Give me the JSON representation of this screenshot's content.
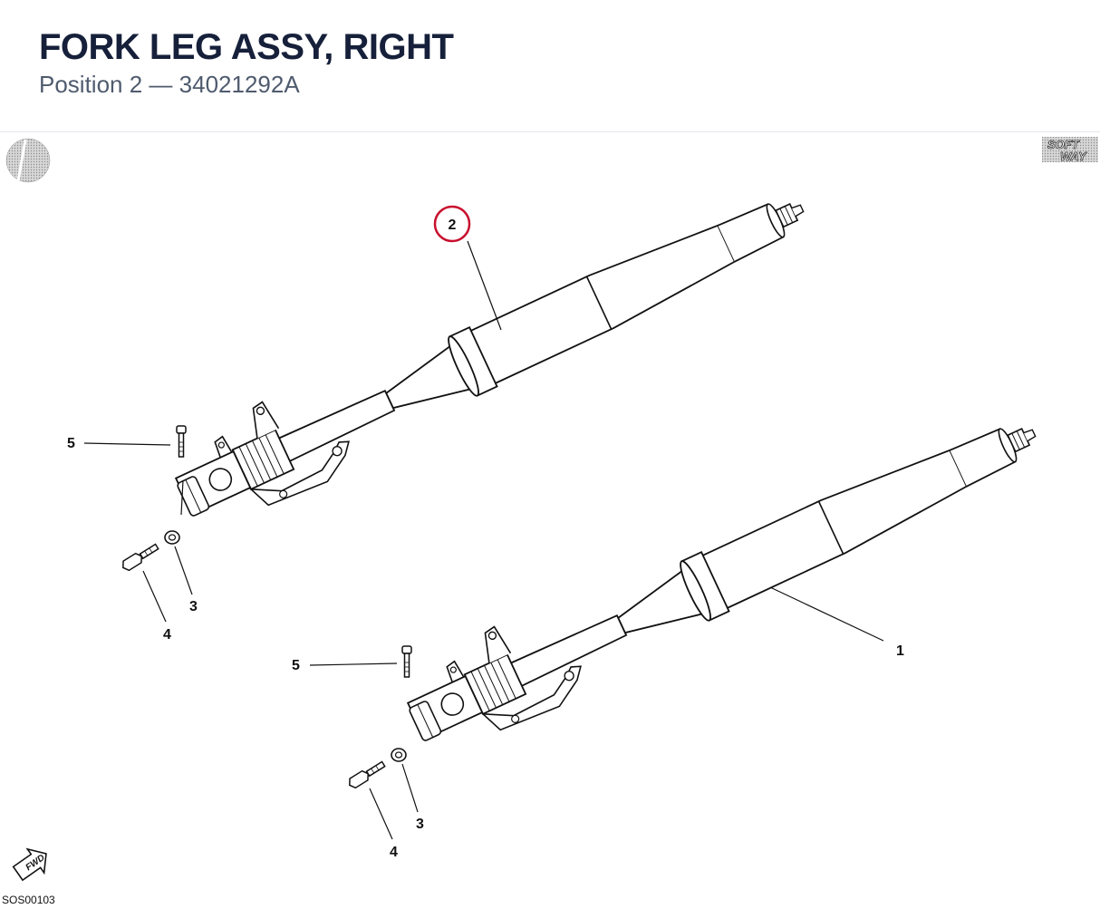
{
  "header": {
    "title": "FORK LEG ASSY, RIGHT",
    "position_label": "Position 2",
    "separator": "—",
    "part_number": "34021292A"
  },
  "diagram": {
    "figure_code": "SOS00103",
    "brand_logo": [
      "SOFT",
      "WAY"
    ],
    "fwd_label": "FWD",
    "callouts": {
      "upper": [
        "2",
        "5",
        "3",
        "4"
      ],
      "lower": [
        "1",
        "5",
        "3",
        "4"
      ]
    },
    "highlight_color": "#c8102e",
    "icons": [
      "softway-logo",
      "brand-stripe-logo",
      "fwd-arrow-icon"
    ]
  }
}
